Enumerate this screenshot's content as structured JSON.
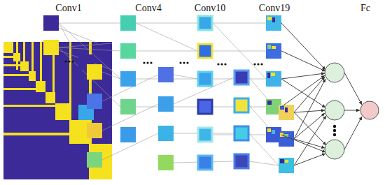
{
  "diagram": {
    "labels": [
      "Conv1",
      "Conv4",
      "Conv10",
      "Conv19",
      "Fc"
    ]
  }
}
